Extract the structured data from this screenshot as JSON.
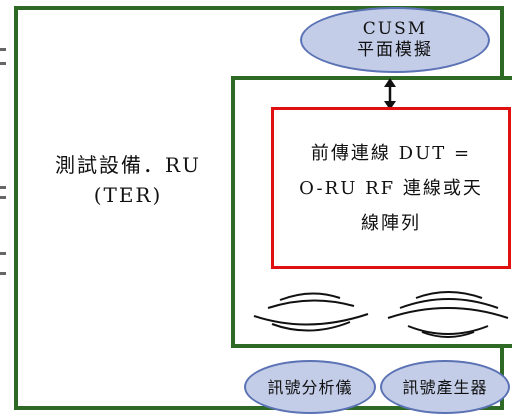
{
  "tester": {
    "line1": "測試設備．RU",
    "line2": "(TER)"
  },
  "cusm": {
    "line1": "CUSM",
    "line2": "平面模擬"
  },
  "dut": {
    "line1": "前傳連線 DUT =",
    "line2": "O-RU RF 連線或天",
    "line3": "線陣列"
  },
  "instruments": {
    "analyzer": "訊號分析儀",
    "generator": "訊號產生器"
  },
  "colors": {
    "green_border": "#2e6a25",
    "red_border": "#e01010",
    "ellipse_fill": "#c3cde8",
    "ellipse_stroke": "#5b72b4"
  },
  "icons": {
    "link": "double-arrow-icon",
    "waves": "radio-wave-icon"
  }
}
